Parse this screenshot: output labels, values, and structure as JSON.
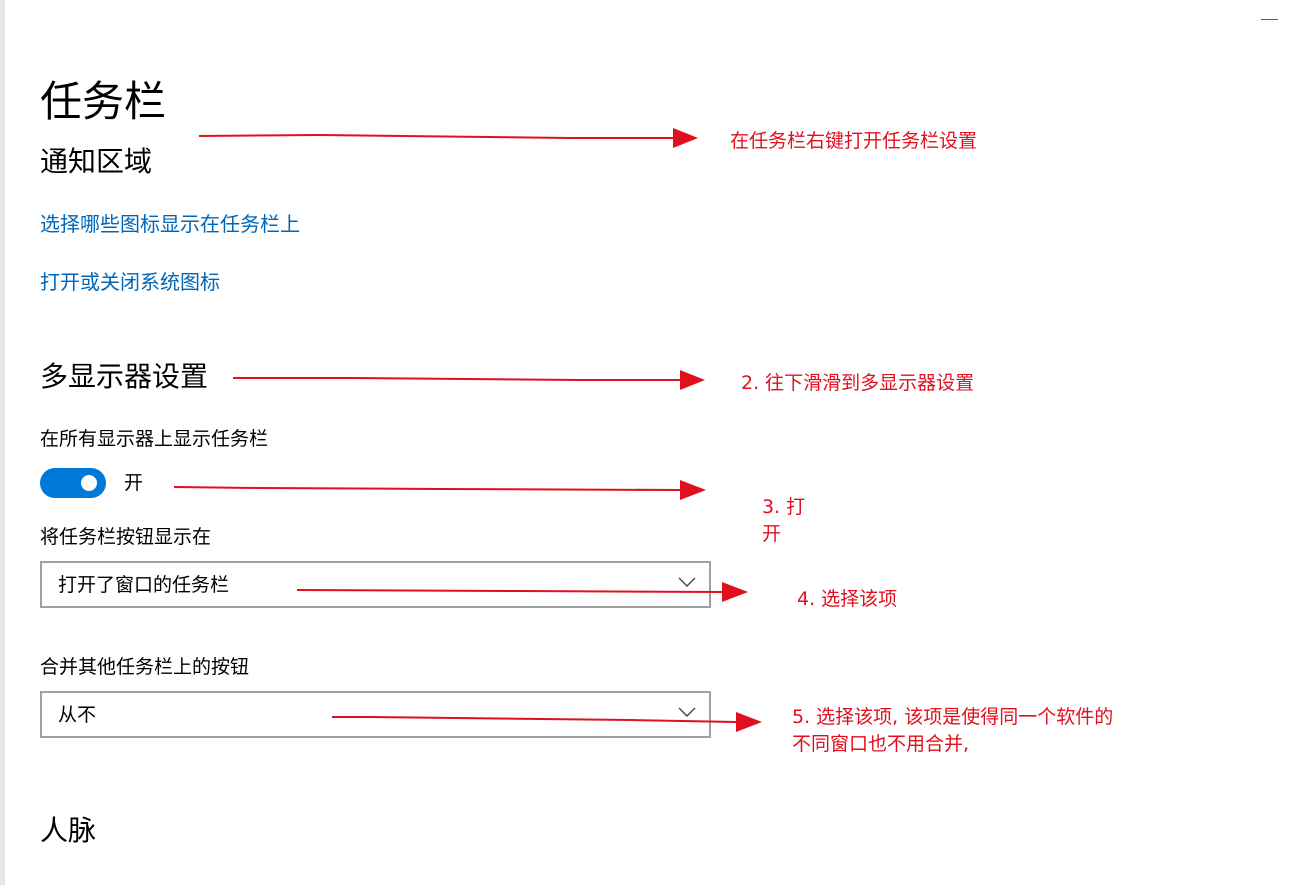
{
  "page": {
    "title": "任务栏",
    "sections": {
      "notification_area": {
        "title": "通知区域",
        "links": [
          "选择哪些图标显示在任务栏上",
          "打开或关闭系统图标"
        ]
      },
      "multi_display": {
        "title": "多显示器设置",
        "show_taskbar_all_label": "在所有显示器上显示任务栏",
        "toggle_state": "开",
        "toggle_on": true,
        "show_buttons_label": "将任务栏按钮显示在",
        "show_buttons_value": "打开了窗口的任务栏",
        "combine_label": "合并其他任务栏上的按钮",
        "combine_value": "从不"
      },
      "people": {
        "title": "人脉"
      }
    }
  },
  "annotations": {
    "note1": "在任务栏右键打开任务栏设置",
    "note2": "2. 往下滑滑到多显示器设置",
    "note3_line1": "3. 打",
    "note3_line2": "开",
    "note4": "4. 选择该项",
    "note5_line1": "5. 选择该项, 该项是使得同一个软件的",
    "note5_line2": "不同窗口也不用合并,"
  },
  "colors": {
    "link": "#0067b8",
    "toggle_on": "#0078d7",
    "annotation": "#e0101e",
    "dropdown_border": "#a0a0a0"
  }
}
